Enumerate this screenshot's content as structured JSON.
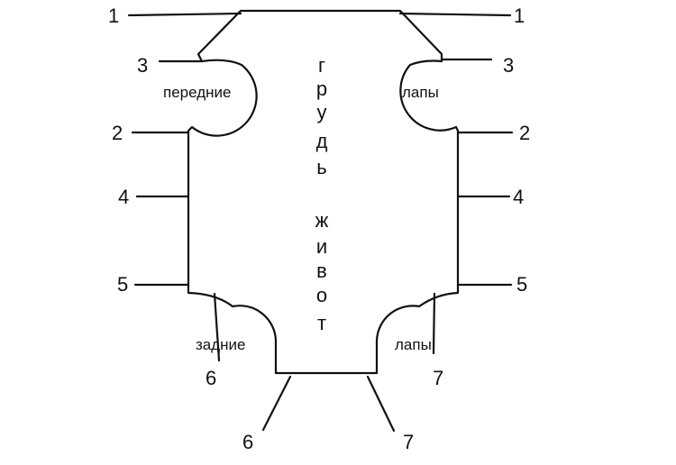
{
  "labels": {
    "front": "передние",
    "front_paws": "лапы",
    "back": "задние",
    "back_paws": "лапы"
  },
  "vertical_words": {
    "chest": [
      "г",
      "р",
      "у",
      "д",
      "ь"
    ],
    "belly": [
      "ж",
      "и",
      "в",
      "о",
      "т"
    ]
  },
  "markers": {
    "left": [
      "1",
      "3",
      "2",
      "4",
      "5",
      "6",
      "6"
    ],
    "right": [
      "1",
      "3",
      "2",
      "4",
      "5",
      "7",
      "7"
    ]
  }
}
